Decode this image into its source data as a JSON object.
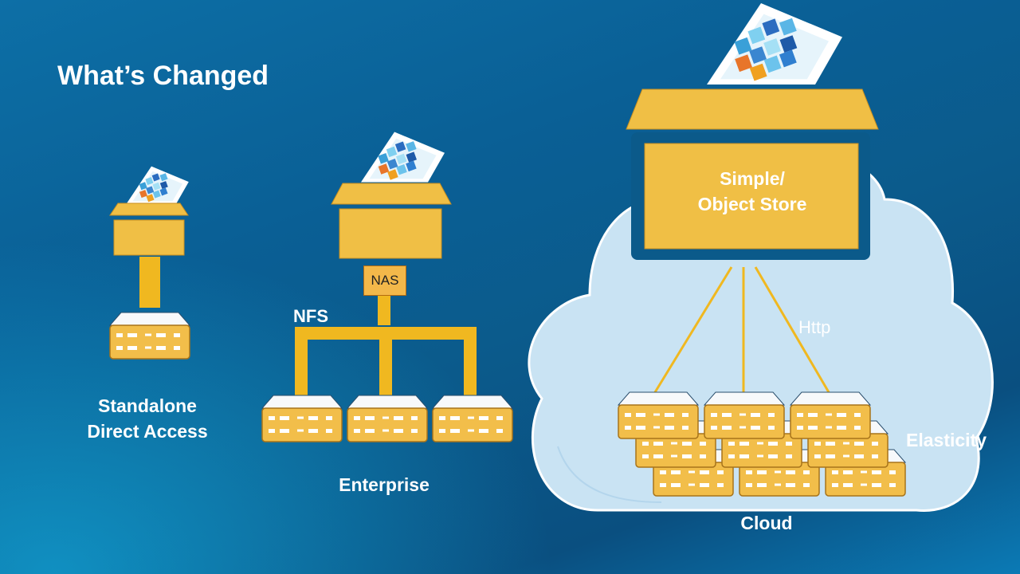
{
  "slide": {
    "title": "What’s Changed",
    "standalone": {
      "line1": "Standalone",
      "line2": "Direct Access"
    },
    "enterprise": {
      "label": "Enterprise",
      "nas": "NAS",
      "nfs": "NFS"
    },
    "cloud": {
      "label": "Cloud",
      "store_line1": "Simple/",
      "store_line2": "Object Store",
      "protocol": "Http",
      "elasticity": "Elasticity"
    }
  },
  "colors": {
    "box": "#f0bf45",
    "box_dark": "#e3a92d",
    "server_face": "#f2be4a",
    "server_top": "#f7f9fb",
    "cloud_fill": "#c9e3f3",
    "connector": "#f0b820"
  },
  "icons": [
    "product-logo-icon",
    "server-icon",
    "cloud-icon"
  ]
}
